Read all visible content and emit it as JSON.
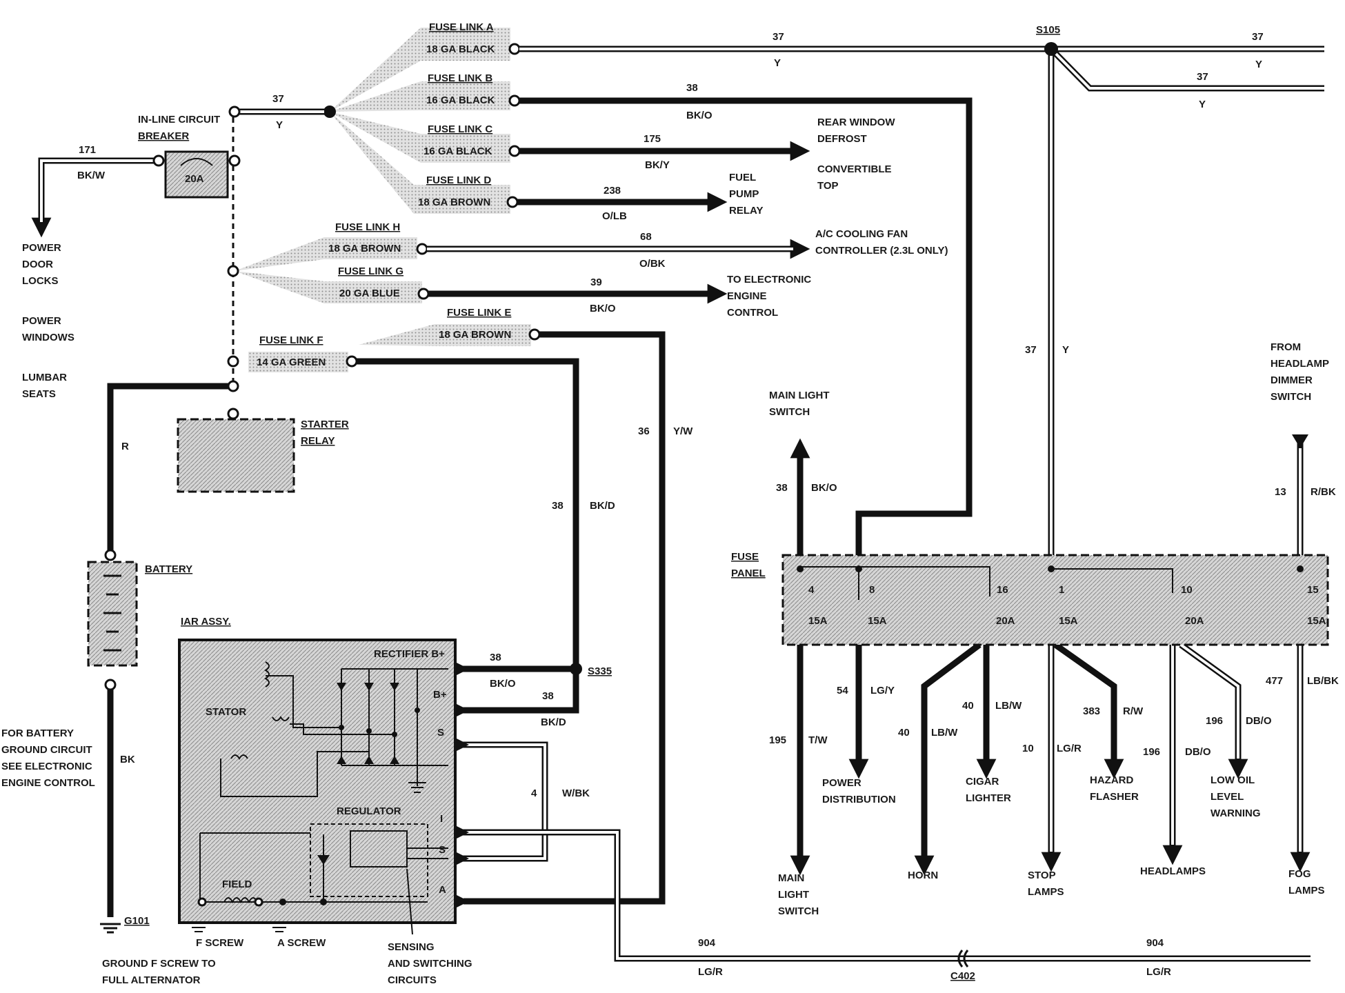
{
  "fuse_links": {
    "a": {
      "name": "FUSE LINK A",
      "gauge": "18 GA BLACK"
    },
    "b": {
      "name": "FUSE LINK B",
      "gauge": "16 GA BLACK"
    },
    "c": {
      "name": "FUSE LINK C",
      "gauge": "16 GA BLACK"
    },
    "d": {
      "name": "FUSE LINK D",
      "gauge": "18 GA BROWN"
    },
    "h": {
      "name": "FUSE LINK H",
      "gauge": "18 GA BROWN"
    },
    "g": {
      "name": "FUSE LINK G",
      "gauge": "20 GA BLUE"
    },
    "e": {
      "name": "FUSE LINK E",
      "gauge": "18 GA BROWN"
    },
    "f": {
      "name": "FUSE LINK F",
      "gauge": "14 GA GREEN"
    }
  },
  "circuits": {
    "c37a": {
      "num": "37",
      "color": "Y"
    },
    "c37b": {
      "num": "37",
      "color": "Y"
    },
    "c37c": {
      "num": "37",
      "color": "Y"
    },
    "c37d": {
      "num": "37",
      "color": "Y"
    },
    "c37v": {
      "num": "37",
      "color": "Y"
    },
    "c38b": {
      "num": "38",
      "color": "BK/O"
    },
    "c175": {
      "num": "175",
      "color": "BK/Y"
    },
    "c238": {
      "num": "238",
      "color": "O/LB"
    },
    "c68": {
      "num": "68",
      "color": "O/BK"
    },
    "c39": {
      "num": "39",
      "color": "BK/O"
    },
    "c171": {
      "num": "171",
      "color": "BK/W"
    },
    "c36": {
      "num": "36",
      "color": "Y/W"
    },
    "c38v": {
      "num": "38",
      "color": "BK/D"
    },
    "c38r1": {
      "num": "38",
      "color": "BK/O"
    },
    "c38r2": {
      "num": "38",
      "color": "BK/D"
    },
    "c4": {
      "num": "4",
      "color": "W/BK"
    },
    "c904a": {
      "num": "904",
      "color": "LG/R"
    },
    "c904b": {
      "num": "904",
      "color": "LG/R"
    },
    "r": {
      "color": "R"
    },
    "bk": {
      "color": "BK"
    },
    "c38m": {
      "num": "38",
      "color": "BK/O"
    },
    "c13": {
      "num": "13",
      "color": "R/BK"
    },
    "c195": {
      "num": "195",
      "color": "T/W"
    },
    "c54": {
      "num": "54",
      "color": "LG/Y"
    },
    "c40a": {
      "num": "40",
      "color": "LB/W"
    },
    "c40b": {
      "num": "40",
      "color": "LB/W"
    },
    "c10": {
      "num": "10",
      "color": "LG/R"
    },
    "c383": {
      "num": "383",
      "color": "R/W"
    },
    "c196a": {
      "num": "196",
      "color": "DB/O"
    },
    "c196b": {
      "num": "196",
      "color": "DB/O"
    },
    "c477": {
      "num": "477",
      "color": "LB/BK"
    }
  },
  "splices": {
    "s105": "S105",
    "s335": "S335",
    "c402": "C402",
    "g101": "G101"
  },
  "breaker": {
    "label1": "IN-LINE CIRCUIT",
    "label2": "BREAKER",
    "rating": "20A"
  },
  "labels": {
    "rear_window": [
      "REAR WINDOW",
      "DEFROST"
    ],
    "convertible": [
      "CONVERTIBLE",
      "TOP"
    ],
    "fuel_pump": [
      "FUEL",
      "PUMP",
      "RELAY"
    ],
    "ac_fan": [
      "A/C COOLING FAN",
      "CONTROLLER (2.3L ONLY)"
    ],
    "eec": [
      "TO ELECTRONIC",
      "ENGINE",
      "CONTROL"
    ],
    "power_door": [
      "POWER",
      "DOOR",
      "LOCKS"
    ],
    "power_windows": [
      "POWER",
      "WINDOWS"
    ],
    "lumbar": [
      "LUMBAR",
      "SEATS"
    ],
    "starter": [
      "STARTER",
      "RELAY"
    ],
    "battery": "BATTERY",
    "battery_ground": [
      "FOR BATTERY",
      "GROUND CIRCUIT",
      "SEE ELECTRONIC",
      "ENGINE CONTROL"
    ],
    "iar": "IAR ASSY.",
    "rectifier": "RECTIFIER B+",
    "b_plus": "B+",
    "stator": "STATOR",
    "regulator": "REGULATOR",
    "field": "FIELD",
    "term_s1": "S",
    "term_i": "I",
    "term_s2": "S",
    "term_a": "A",
    "f_screw": "F SCREW",
    "a_screw": "A SCREW",
    "ground_f": [
      "GROUND F SCREW TO",
      "FULL ALTERNATOR"
    ],
    "sensing": [
      "SENSING",
      "AND SWITCHING",
      "CIRCUITS"
    ],
    "main_light_top": [
      "MAIN LIGHT",
      "SWITCH"
    ],
    "headlamp_dimmer": [
      "FROM",
      "HEADLAMP",
      "DIMMER",
      "SWITCH"
    ],
    "fuse_panel": [
      "FUSE",
      "PANEL"
    ],
    "main_light_bottom": [
      "MAIN",
      "LIGHT",
      "SWITCH"
    ],
    "power_dist": [
      "POWER",
      "DISTRIBUTION"
    ],
    "horn": "HORN",
    "cigar": [
      "CIGAR",
      "LIGHTER"
    ],
    "stop": [
      "STOP",
      "LAMPS"
    ],
    "hazard": [
      "HAZARD",
      "FLASHER"
    ],
    "headlamps": "HEADLAMPS",
    "low_oil": [
      "LOW OIL",
      "LEVEL",
      "WARNING"
    ],
    "fog": [
      "FOG",
      "LAMPS"
    ]
  },
  "fuses": [
    {
      "num": "4",
      "rating": "15A"
    },
    {
      "num": "8",
      "rating": "15A"
    },
    {
      "num": "16",
      "rating": "20A"
    },
    {
      "num": "1",
      "rating": "15A"
    },
    {
      "num": "10",
      "rating": "20A"
    },
    {
      "num": "15",
      "rating": "15A"
    }
  ]
}
